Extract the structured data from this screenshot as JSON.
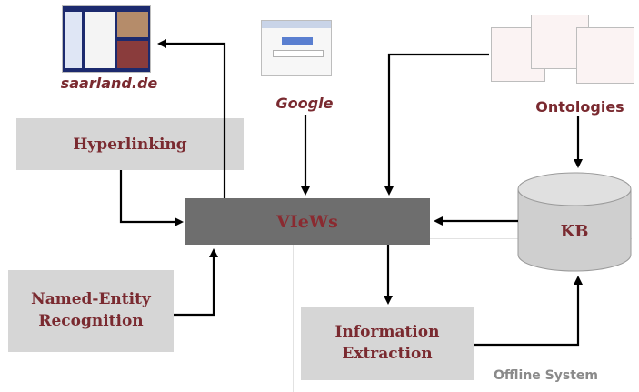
{
  "nodes": {
    "saarland": "saarland.de",
    "google": "Google",
    "ontologies": "Ontologies",
    "hyperlinking": "Hyperlinking",
    "views": "VIeWs",
    "kb": "KB",
    "ner_line1": "Named-Entity",
    "ner_line2": "Recognition",
    "ie_line1": "Information",
    "ie_line2": "Extraction",
    "offline": "Offline System"
  },
  "colors": {
    "label": "#7a2a30",
    "box": "#d6d6d6",
    "views_box": "#6e6e6e",
    "arrow": "#000000",
    "offline": "#8a8a8a"
  }
}
